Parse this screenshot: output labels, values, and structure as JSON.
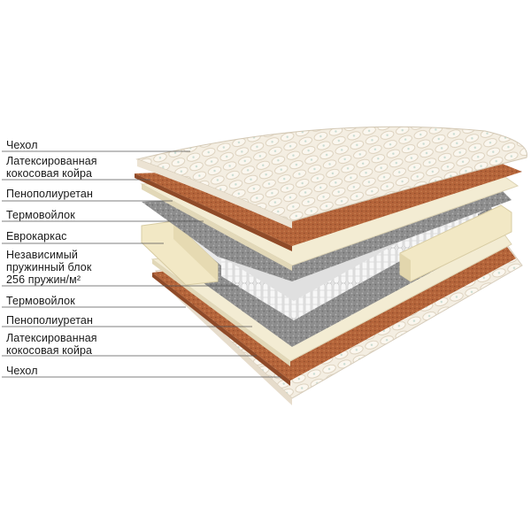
{
  "layers": [
    {
      "label": "Чехол"
    },
    {
      "label": "Латексированная\nкокосовая койра"
    },
    {
      "label": "Пенополиуретан"
    },
    {
      "label": "Термовойлок"
    },
    {
      "label": "Еврокаркас"
    },
    {
      "label": "Независимый\nпружинный блок\n256 пружин/м²"
    },
    {
      "label": "Термовойлок"
    },
    {
      "label": "Пенополиуретан"
    },
    {
      "label": "Латексированная\nкокосовая койра"
    },
    {
      "label": "Чехол"
    }
  ],
  "colors": {
    "quilt": "#f2ebde",
    "coir": "#b5663a",
    "foam": "#f3ecd3",
    "felt": "#8e8e8e",
    "frame": "#f1e7c6",
    "springs": "#ececec",
    "leader": "#555555"
  }
}
